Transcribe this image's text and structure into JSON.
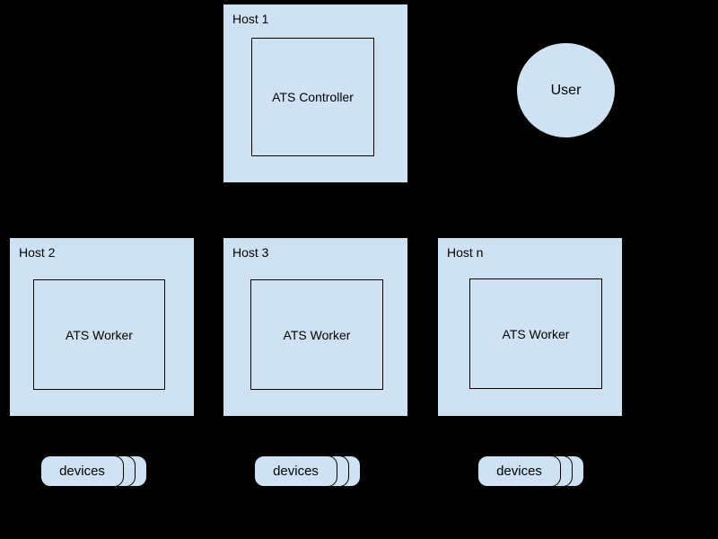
{
  "canvas": {
    "background": "#000000"
  },
  "palette": {
    "node_fill": "#cfe2f3",
    "node_border": "#000000",
    "text": "#000000"
  },
  "diagram": {
    "hosts": [
      {
        "label": "Host 1",
        "component": "ATS Controller"
      },
      {
        "label": "Host 2",
        "component": "ATS Worker"
      },
      {
        "label": "Host 3",
        "component": "ATS Worker"
      },
      {
        "label": "Host n",
        "component": "ATS Worker"
      }
    ],
    "user": {
      "label": "User"
    },
    "device_stacks": [
      {
        "label": "devices"
      },
      {
        "label": "devices"
      },
      {
        "label": "devices"
      }
    ]
  }
}
